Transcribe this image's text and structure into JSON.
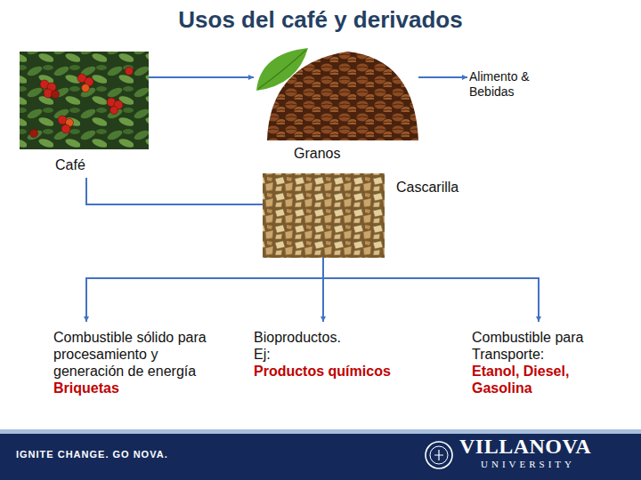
{
  "diagram": {
    "title": "Usos del café y derivados",
    "nodes": [
      {
        "text": [
          "Café"
        ]
      },
      {
        "text": [
          "Granos"
        ]
      },
      {
        "text": [
          "Alimento & Bebidas"
        ]
      },
      {
        "text": [
          "Cascarilla"
        ]
      },
      {
        "text": [
          "Combustible sólido para procesamiento y generación de energía",
          "Briquetas"
        ]
      },
      {
        "text": [
          "Bioproductos. Ej:",
          "Productos químicos"
        ]
      },
      {
        "text": [
          "Combustible para Transporte:",
          "Etanol, Diesel, Gasolina"
        ]
      }
    ],
    "edges": [
      {
        "from": 0,
        "to": 1,
        "arrow": "to"
      },
      {
        "from": 1,
        "to": 2,
        "arrow": "to"
      },
      {
        "from": 0,
        "to": 3,
        "arrow": "none"
      },
      {
        "from": 3,
        "to": 4,
        "arrow": "to"
      },
      {
        "from": 3,
        "to": 5,
        "arrow": "to"
      },
      {
        "from": 3,
        "to": 6,
        "arrow": "to"
      }
    ],
    "labels": [
      "IGNITE CHANGE. GO NOVA.",
      "VILLANOVA",
      "UNIVERSITY"
    ]
  }
}
